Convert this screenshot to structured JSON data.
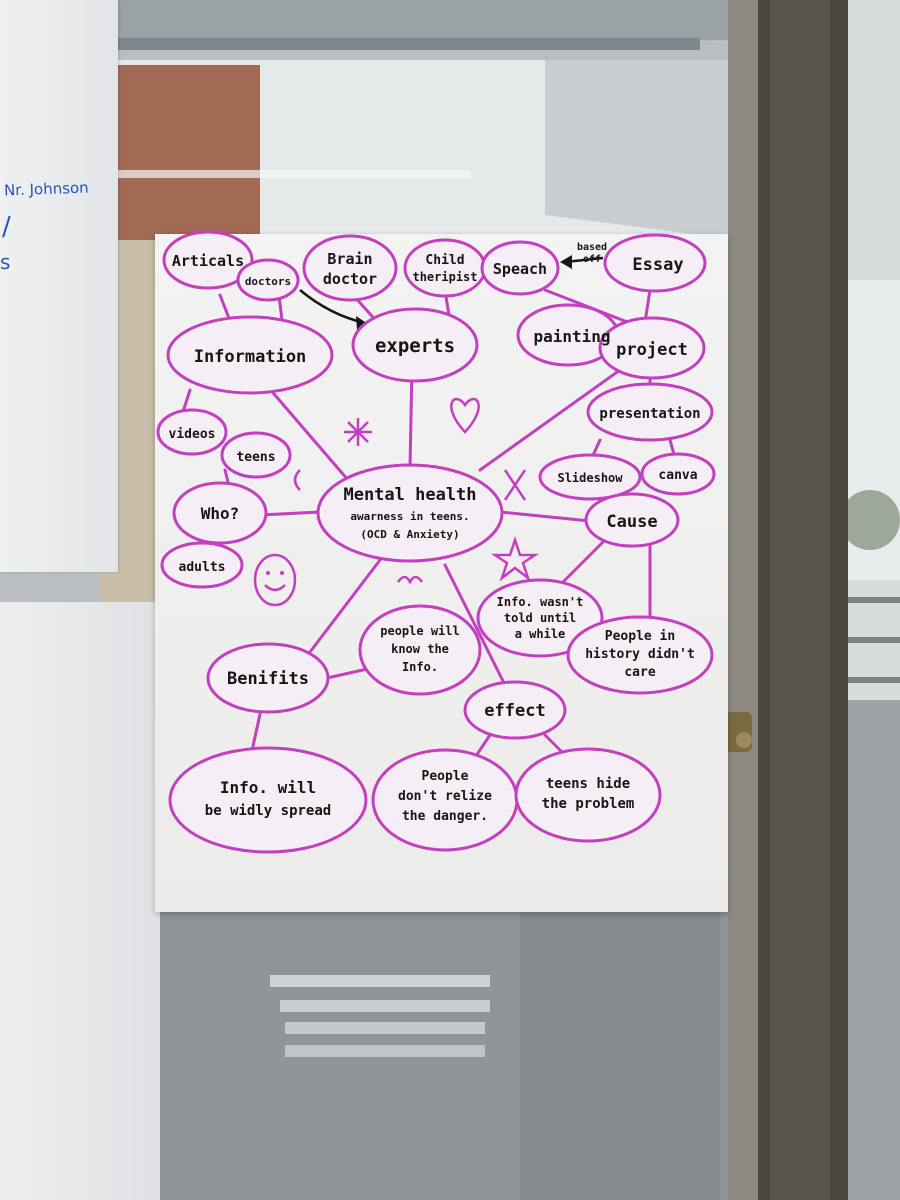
{
  "left_paper": {
    "note": "Nr. Johnson",
    "marks": [
      "/",
      "s"
    ]
  },
  "mindmap": {
    "center": {
      "title": "Mental health",
      "subtitle_1": "awarness in teens.",
      "subtitle_2": "(OCD & Anxiety)"
    },
    "nodes": {
      "articals": "Articals",
      "doctors": "doctors",
      "information": "Information",
      "videos": "videos",
      "brain_doctor_1": "Brain",
      "brain_doctor_2": "doctor",
      "experts": "experts",
      "child_1": "Child",
      "child_2": "theripist",
      "speach": "Speach",
      "based_off_1": "based",
      "based_off_2": "off",
      "essay": "Essay",
      "painting": "painting",
      "project": "project",
      "presentation": "presentation",
      "slideshow": "Slideshow",
      "canva": "canva",
      "teens": "teens",
      "who": "Who?",
      "adults": "adults",
      "cause": "Cause",
      "info_wasnt_1": "Info. wasn't",
      "info_wasnt_2": "told until",
      "info_wasnt_3": "a while",
      "history_1": "People in",
      "history_2": "history didn't",
      "history_3": "care",
      "benifits": "Benifits",
      "know_1": "people will",
      "know_2": "know the",
      "know_3": "Info.",
      "effect": "effect",
      "spread_1": "Info. will",
      "spread_2": "be widly spread",
      "danger_1": "People",
      "danger_2": "don't relize",
      "danger_3": "the danger.",
      "hide_1": "teens hide",
      "hide_2": "the problem"
    }
  },
  "colors": {
    "marker": "#c23fbf",
    "ink": "#161616"
  }
}
